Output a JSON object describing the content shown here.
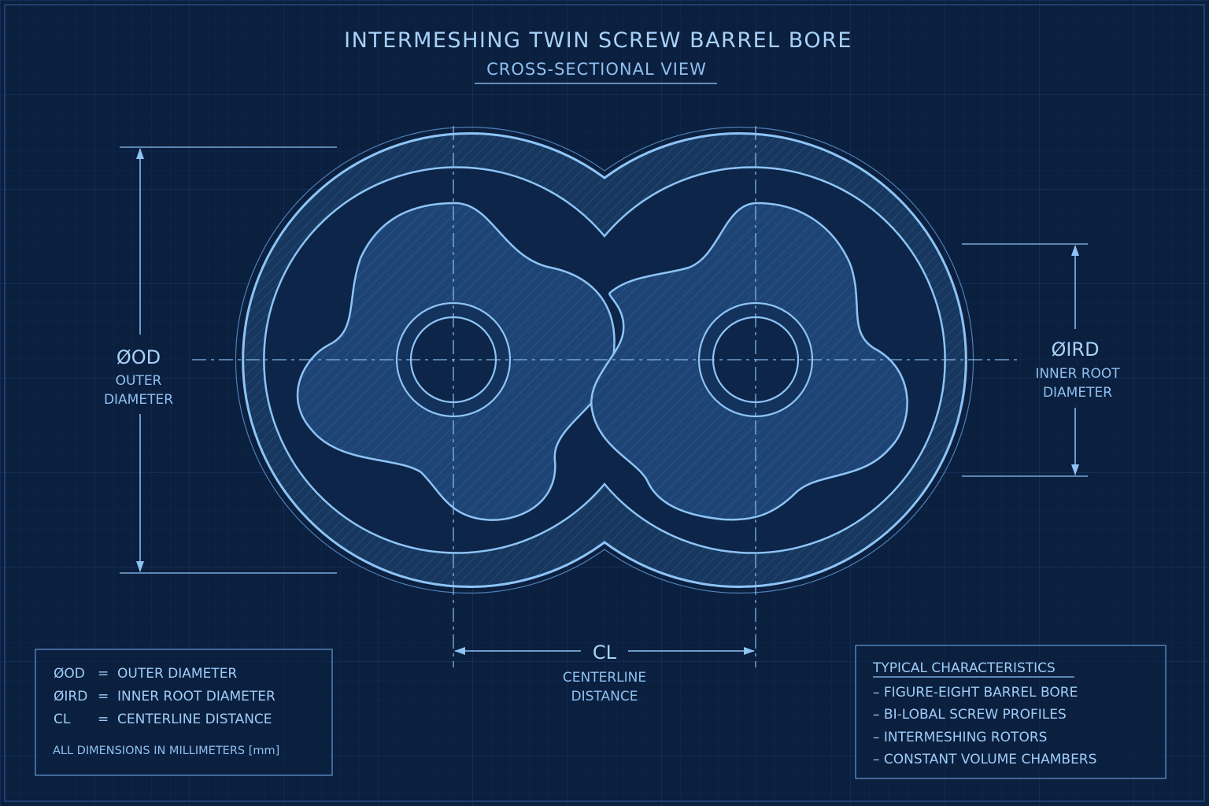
{
  "title": "INTERMESHING TWIN SCREW BARREL BORE",
  "subtitle": "CROSS-SECTIONAL VIEW",
  "dimensions": {
    "od": {
      "symbol": "ØOD",
      "line1": "OUTER",
      "line2": "DIAMETER"
    },
    "ird": {
      "symbol": "ØIRD",
      "line1": "INNER ROOT",
      "line2": "DIAMETER"
    },
    "cl": {
      "symbol": "CL",
      "line1": "CENTERLINE",
      "line2": "DISTANCE"
    }
  },
  "legend": {
    "rows": [
      {
        "key": "ØOD",
        "eq": "=",
        "value": "OUTER DIAMETER"
      },
      {
        "key": "ØIRD",
        "eq": "=",
        "value": "INNER ROOT DIAMETER"
      },
      {
        "key": "CL",
        "eq": "=",
        "value": "CENTERLINE DISTANCE"
      }
    ],
    "note": "ALL DIMENSIONS IN MILLIMETERS [mm]"
  },
  "characteristics": {
    "heading": "TYPICAL CHARACTERISTICS",
    "items": [
      "– FIGURE-EIGHT BARREL BORE",
      "– BI-LOBAL SCREW PROFILES",
      "– INTERMESHING ROTORS",
      "– CONSTANT VOLUME CHAMBERS"
    ]
  },
  "colors": {
    "background": "#0b1f3f",
    "line": "#8ec4f5",
    "text": "#9fcdf7",
    "fill": "#1e4578"
  }
}
